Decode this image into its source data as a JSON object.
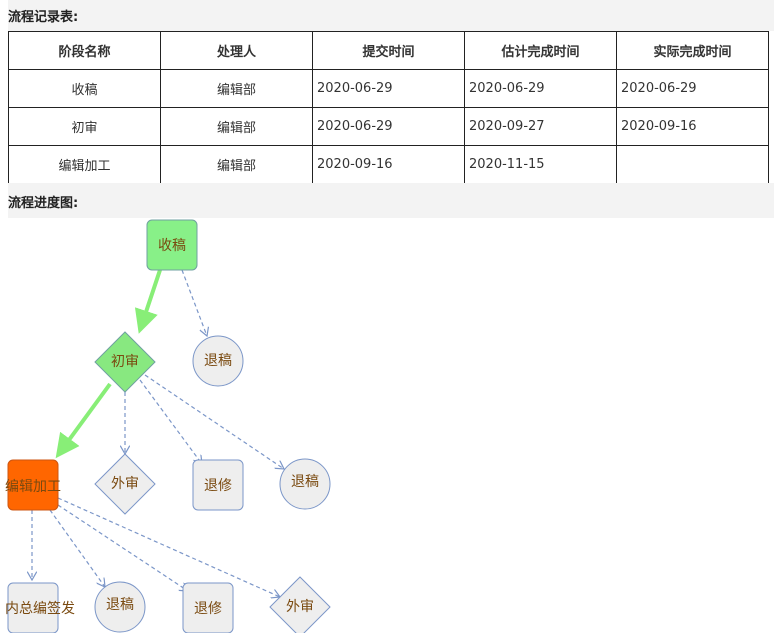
{
  "table_title": "流程记录表:",
  "diagram_title": "流程进度图:",
  "columns": [
    "阶段名称",
    "处理人",
    "提交时间",
    "估计完成时间",
    "实际完成时间"
  ],
  "rows": [
    [
      "收稿",
      "编辑部",
      "2020-06-29",
      "2020-06-29",
      "2020-06-29"
    ],
    [
      "初审",
      "编辑部",
      "2020-06-29",
      "2020-09-27",
      "2020-09-16"
    ],
    [
      "编辑加工",
      "编辑部",
      "2020-09-16",
      "2020-11-15",
      ""
    ]
  ],
  "nodes": {
    "n1": "收稿",
    "n2": "初审",
    "n3": "退稿",
    "n4": "编辑加工",
    "n5": "外审",
    "n6": "退修",
    "n7": "退稿",
    "n8": "内总编签发",
    "n9": "退稿",
    "n10": "退修",
    "n11": "外审"
  },
  "colors": {
    "done": "#88f088",
    "current": "#ff6600",
    "pending": "#eeeeee",
    "edge_done": "#88ee77",
    "edge_option": "#7b96c8"
  }
}
